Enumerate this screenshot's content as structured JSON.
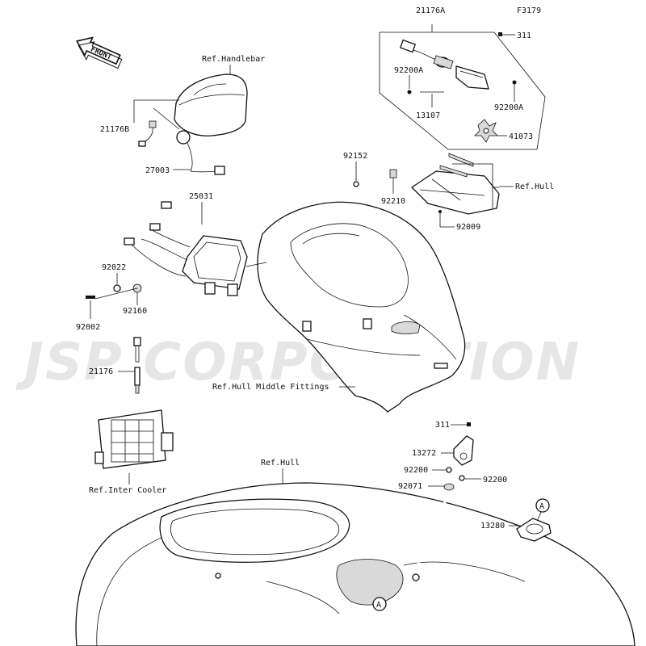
{
  "figure_code": "F3179",
  "front_label": "FRONT",
  "watermark": "JSP CORPORATION",
  "callouts": {
    "circle_a_label": "A"
  },
  "parts": {
    "p21176A": "21176A",
    "p311_top": "311",
    "p92200A_left": "92200A",
    "p92200A_right": "92200A",
    "p13107": "13107",
    "p41073": "41073",
    "p92152": "92152",
    "p92210": "92210",
    "p92009": "92009",
    "p21176B": "21176B",
    "p27003": "27003",
    "p25031": "25031",
    "p92022": "92022",
    "p92160": "92160",
    "p92002": "92002",
    "p21176": "21176",
    "p311_bottom": "311",
    "p13272": "13272",
    "p92200_left": "92200",
    "p92200_right": "92200",
    "p92071": "92071",
    "p13280": "13280"
  },
  "references": {
    "handlebar": "Ref.Handlebar",
    "hull_top": "Ref.Hull",
    "hull_middle": "Ref.Hull Middle Fittings",
    "inter_cooler": "Ref.Inter Cooler",
    "hull_bottom": "Ref.Hull"
  }
}
